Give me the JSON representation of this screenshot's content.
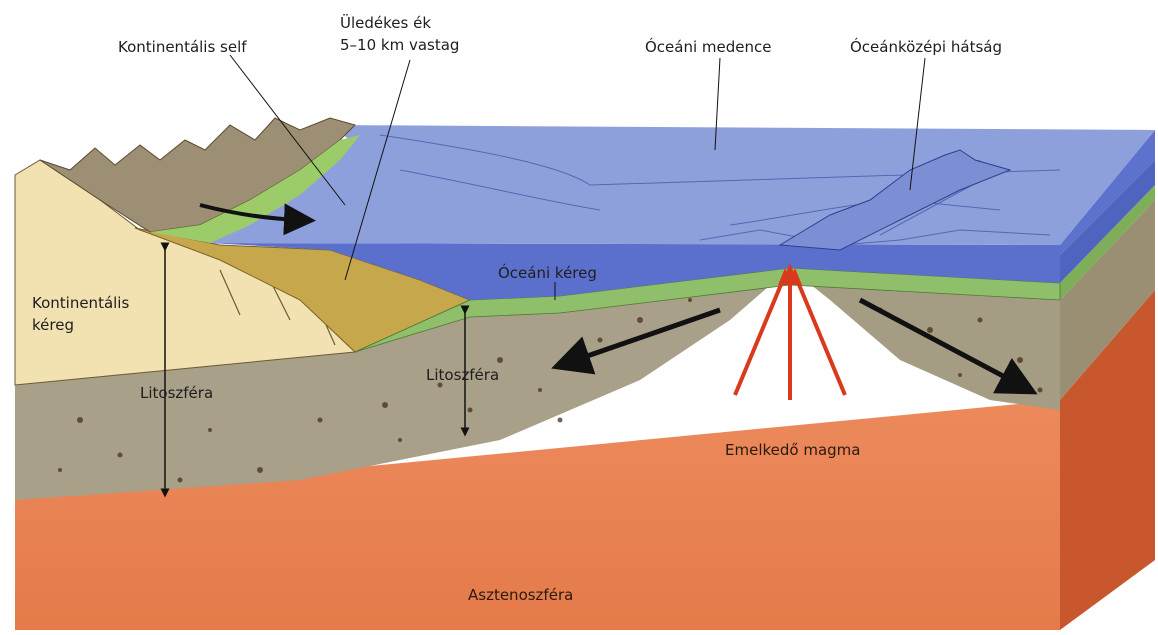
{
  "labels": {
    "continental_shelf": "Kontinentális self",
    "sediment_wedge_1": "Üledékes ék",
    "sediment_wedge_2": "5–10 km vastag",
    "ocean_basin": "Óceáni medence",
    "mid_ocean_ridge": "Óceánközépi hátság",
    "oceanic_crust": "Óceáni kéreg",
    "continental_crust_1": "Kontinentális",
    "continental_crust_2": "kéreg",
    "lithosphere_left": "Litoszféra",
    "lithosphere_mid": "Litoszféra",
    "rising_magma": "Emelkedő magma",
    "asthenosphere": "Asztenoszféra"
  },
  "colors": {
    "ocean_top": "#8e9fd8",
    "ocean_side": "#5a6fc9",
    "asthenosphere": "#e98455",
    "asthenosphere_side": "#c9572e",
    "lithosphere": "#a7a08a",
    "crust_green": "#8fbf6a",
    "continent": "#f3e4b4",
    "sediment": "#c9a44a",
    "magma_arrow": "#d9391c",
    "arrow_black": "#111111"
  }
}
